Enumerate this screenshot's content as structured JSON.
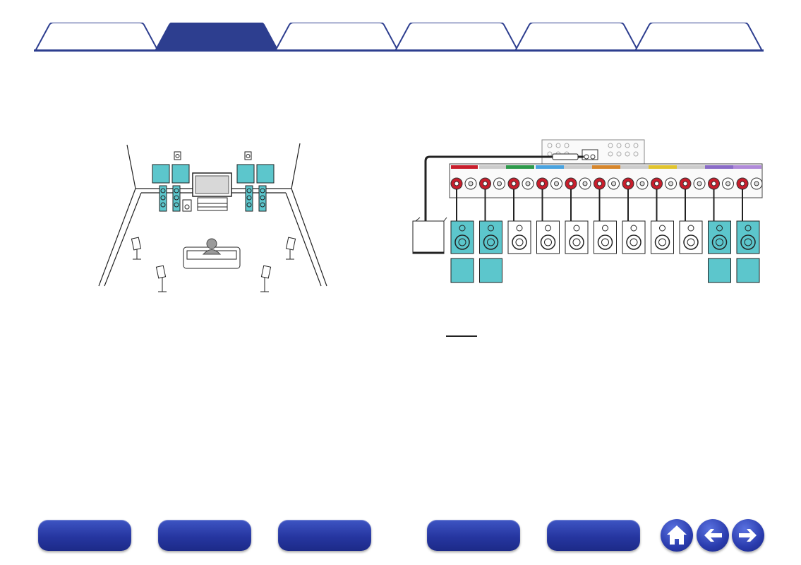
{
  "colors": {
    "accent": "#2d3e8f",
    "tab_fill": "#ffffff",
    "tab_active_fill": "#2d3e8f",
    "speaker_highlight": "#5cc6cc",
    "nav_button": "#2636a0"
  },
  "tabs": [
    {
      "label": "",
      "active": false
    },
    {
      "label": "",
      "active": true
    },
    {
      "label": "",
      "active": false
    },
    {
      "label": "",
      "active": false
    },
    {
      "label": "",
      "active": false
    },
    {
      "label": "",
      "active": false
    }
  ],
  "room_diagram": {
    "listener": "person-icon",
    "display": "tv-icon",
    "highlighted_speakers": [
      "front-left",
      "front-right",
      "front-height-left",
      "front-height-right",
      "top-front-left",
      "top-front-right"
    ]
  },
  "wiring_diagram": {
    "terminal_count": 11,
    "highlighted_terminals": [
      true,
      true,
      false,
      false,
      false,
      false,
      false,
      false,
      false,
      true,
      true
    ],
    "blank_boxes": 4
  },
  "nav_buttons": [
    {
      "name": "nav-button-1",
      "label": ""
    },
    {
      "name": "nav-button-2",
      "label": ""
    },
    {
      "name": "nav-button-3",
      "label": ""
    },
    {
      "name": "nav-button-4",
      "label": ""
    },
    {
      "name": "nav-button-5",
      "label": ""
    }
  ],
  "icon_buttons": [
    "home-icon",
    "back-arrow-icon",
    "forward-arrow-icon"
  ]
}
